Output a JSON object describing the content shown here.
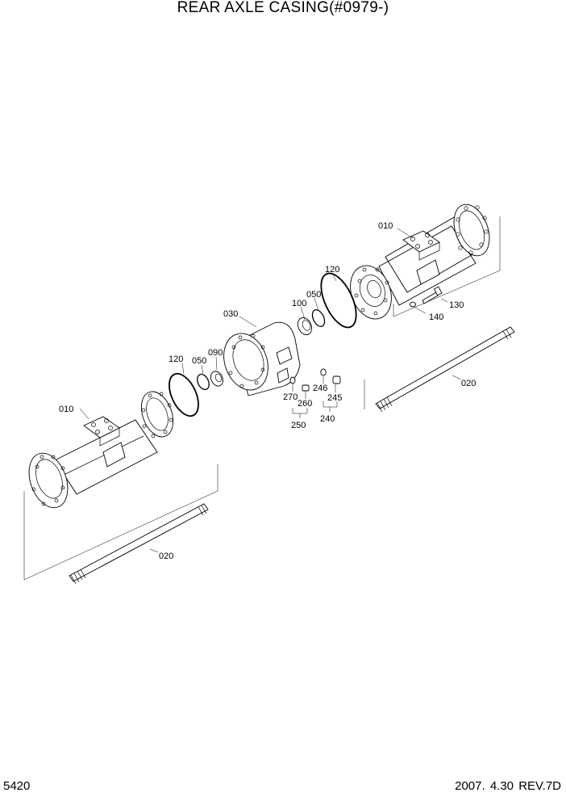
{
  "title": "REAR AXLE CASING(#0979-)",
  "footer": {
    "page_number": "5420",
    "revision": "2007. 4.30  REV.7D"
  },
  "callouts": {
    "casing_right": "010",
    "casing_left": "010",
    "shaft_right": "020",
    "shaft_left": "020",
    "diff_carrier": "030",
    "ring_050_right": "050",
    "ring_050_left": "050",
    "bearing_090": "090",
    "bearing_100": "100",
    "oring_120_right": "120",
    "oring_120_left": "120",
    "bolt_130": "130",
    "washer_140": "140",
    "group_240": "240",
    "plug_245": "245",
    "oring_246": "246",
    "group_250": "250",
    "plug_260": "260",
    "oring_270": "270"
  }
}
